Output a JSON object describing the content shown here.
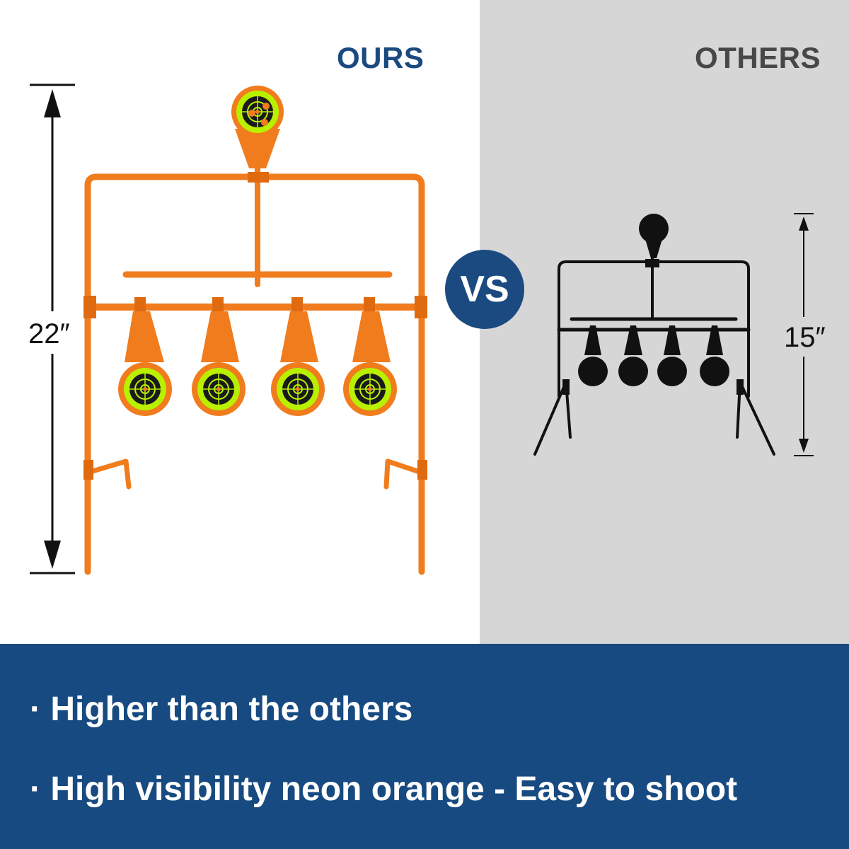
{
  "comparison": {
    "ours_label": "OURS",
    "others_label": "OTHERS",
    "vs_label": "VS",
    "ours_height": "22″",
    "others_height": "15″"
  },
  "features": [
    "· Higher than the others",
    "· High visibility neon orange - Easy to shoot"
  ],
  "colors": {
    "brand_blue": "#174a80",
    "target_orange": "#f07c1e",
    "target_green": "#b8f000",
    "others_black": "#111111",
    "others_background": "#d6d6d6"
  }
}
